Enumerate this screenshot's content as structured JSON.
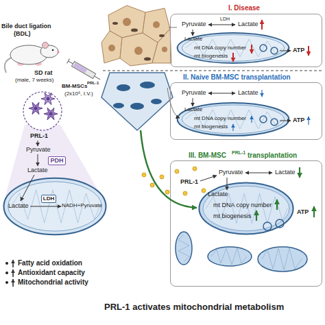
{
  "diagram": {
    "caption": "PRL-1 activates mitochondrial metabolism",
    "nodes": [
      {
        "text": [
          "PDH"
        ]
      },
      {
        "text": [
          "Lactate",
          "NADH+Pyruvate"
        ]
      },
      {
        "text": [
          "LDH"
        ],
        "in": 1
      },
      {
        "text": [
          "I. Disease",
          "LDH",
          "Pyruvate",
          "Lactate",
          "ATP"
        ]
      },
      {
        "text": [
          "Lactate",
          "mt DNA copy number",
          "mt biogenesis"
        ],
        "in": 3
      },
      {
        "text": [
          "II. Naive BM-MSC transplantation",
          "Pyruvate",
          "Lactate",
          "ATP"
        ]
      },
      {
        "text": [
          "Lactate",
          "mt DNA copy number",
          "mt biogenesis"
        ],
        "in": 5
      },
      {
        "text": [
          "III. BM-MSC",
          "PRL-1",
          "transplantation",
          "PRL-1",
          "Pyruvate",
          "Lactate",
          "ATP"
        ]
      },
      {
        "text": [
          "Lactate",
          "mt DNA copy number",
          "mt biogenesis"
        ],
        "in": 7
      }
    ],
    "labels": [
      "Bile duct ligation",
      "(BDL)",
      "SD rat",
      "(male, 7 weeks)",
      "BM-MSCs",
      "PRL-1",
      "(2x10⁶, I.V.)",
      "PRL-1",
      "Pyruvate",
      "Lactate",
      "Fatty acid oxidation",
      "Antioxidant capacity",
      "Mitochondrial activity"
    ]
  }
}
